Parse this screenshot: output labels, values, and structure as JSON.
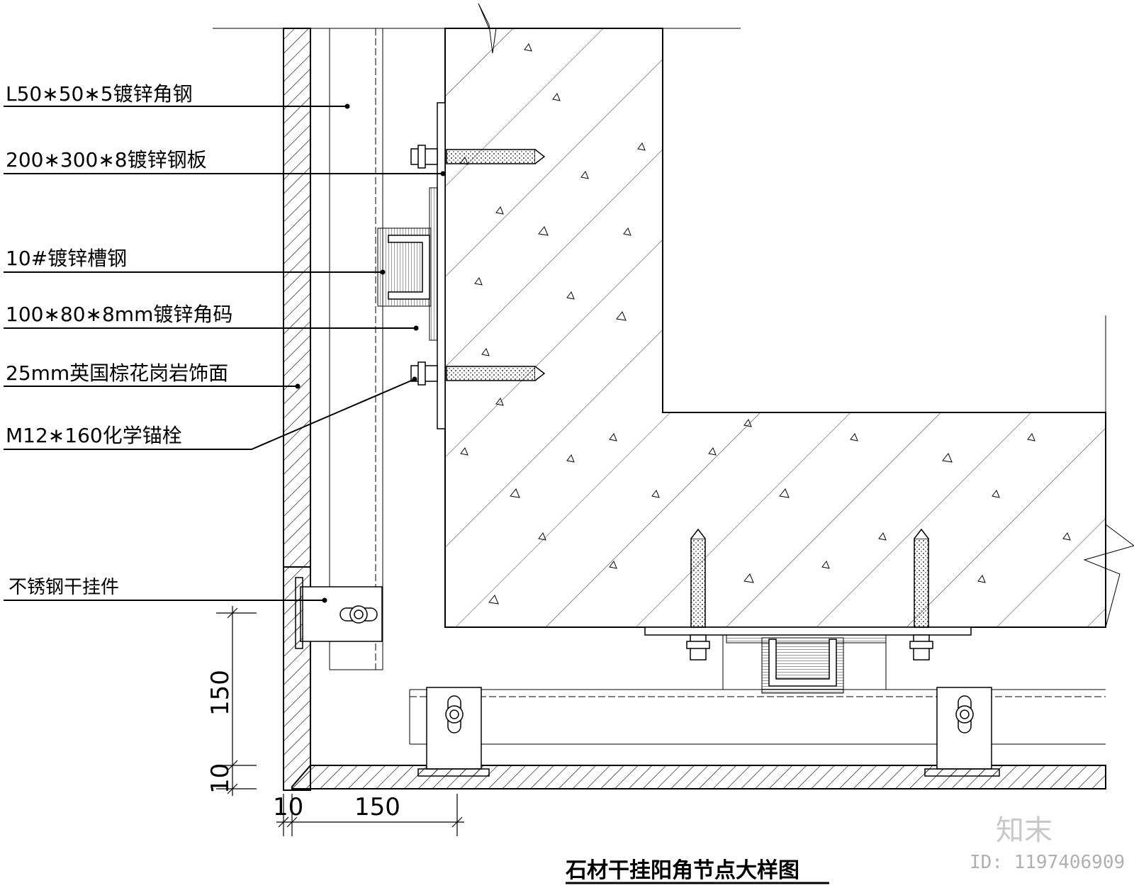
{
  "labels": {
    "angle_steel": "L50∗50∗5镀锌角钢",
    "steel_plate": "200∗300∗8镀锌钢板",
    "channel_steel": "10#镀锌槽钢",
    "corner_code": "100∗80∗8mm镀锌角码",
    "granite_face": "25mm英国棕花岗岩饰面",
    "chemical_anchor": "M12∗160化学锚栓",
    "stainless_hanger": "不锈钢干挂件"
  },
  "dimensions": {
    "vertical_150": "150",
    "vertical_10": "10",
    "horizontal_10": "10",
    "horizontal_150": "150"
  },
  "title": "石材干挂阳角节点大样图",
  "watermark": {
    "brand": "知末",
    "id": "ID: 1197406909"
  }
}
